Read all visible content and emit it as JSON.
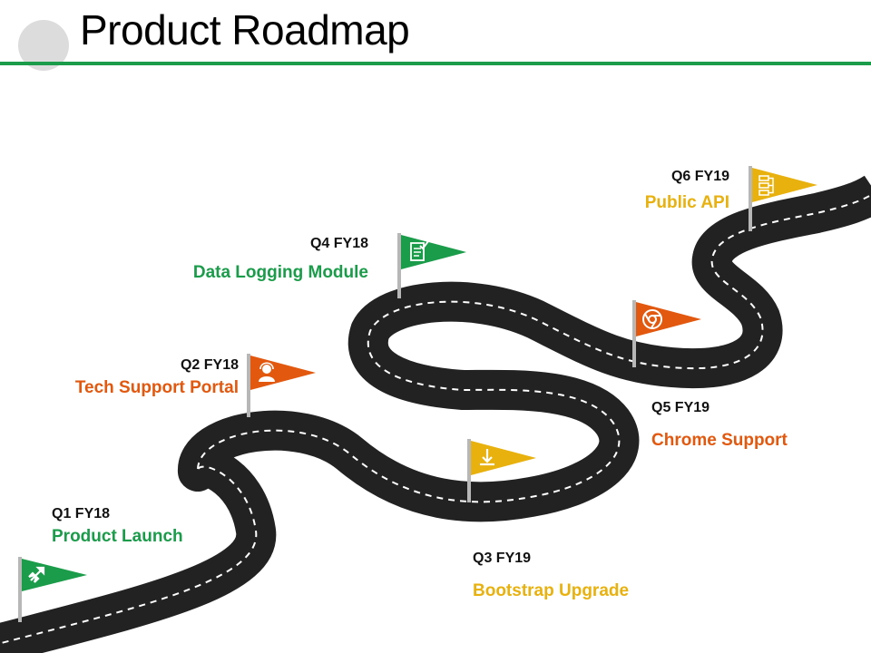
{
  "title": "Product Roadmap",
  "colors": {
    "green": "#1a9c4a",
    "orange": "#e2580e",
    "yellow": "#e8b10e",
    "road": "#222222"
  },
  "milestones": [
    {
      "quarter": "Q1 FY18",
      "name": "Product Launch",
      "color": "green",
      "icon": "rocket-icon"
    },
    {
      "quarter": "Q2 FY18",
      "name": "Tech Support Portal",
      "color": "orange",
      "icon": "support-agent-icon"
    },
    {
      "quarter": "Q3 FY19",
      "name": "Bootstrap Upgrade",
      "color": "yellow",
      "icon": "download-icon"
    },
    {
      "quarter": "Q4 FY18",
      "name": "Data Logging Module",
      "color": "green",
      "icon": "checklist-icon"
    },
    {
      "quarter": "Q5 FY19",
      "name": "Chrome Support",
      "color": "orange",
      "icon": "chrome-icon"
    },
    {
      "quarter": "Q6 FY19",
      "name": "Public API",
      "color": "yellow",
      "icon": "api-icon"
    }
  ]
}
